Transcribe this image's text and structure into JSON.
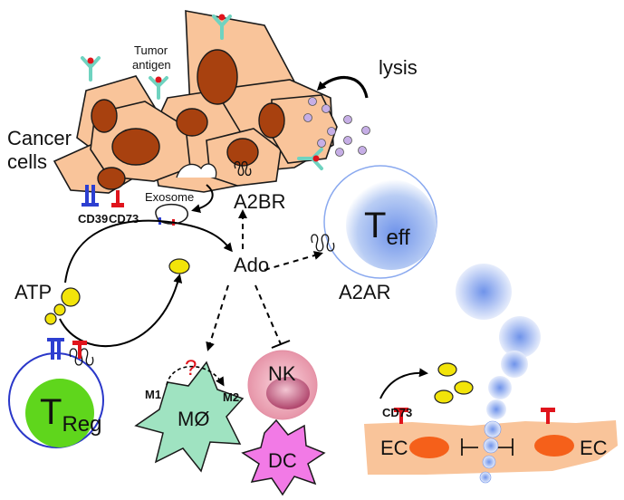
{
  "labels": {
    "cancer_cells_line1": "Cancer",
    "cancer_cells_line2": "cells",
    "tumor_antigen_line1": "Tumor",
    "tumor_antigen_line2": "antigen",
    "lysis": "lysis",
    "cd39": "CD39",
    "cd73": "CD73",
    "exosome": "Exosome",
    "a2br": "A2BR",
    "ado": "Ado",
    "atp": "ATP",
    "t_eff_main": "T",
    "t_eff_sub": "eff",
    "a2ar": "A2AR",
    "t_reg_main": "T",
    "t_reg_sub": "Reg",
    "macrophage": "MØ",
    "m1": "M1",
    "m2": "M2",
    "question": "?",
    "nk": "NK",
    "dc": "DC",
    "cd73_endothelium": "CD73",
    "ec_left": "EC",
    "ec_right": "EC"
  },
  "colors": {
    "cancer_cell": "#f9c49a",
    "nucleus": "#a8410f",
    "antigen_receptor": "#6fd3c0",
    "antigen_dot": "#e0141c",
    "cd39": "#2d3fd1",
    "cd73": "#e0141c",
    "adenosine": "#f2e40a",
    "lysis_particle": "#c6aee6",
    "t_eff": "#8aa9ef",
    "t_reg_nucleus": "#5fd61c",
    "t_reg_ring": "#2a37c9",
    "macrophage": "#9fe3c1",
    "nk_outer": "#f4a7b8",
    "nk_inner": "#c9577a",
    "dc": "#f27ae6",
    "endothelium": "#f9c49a",
    "ec_nucleus": "#f5601a",
    "question_mark": "#e0141c"
  }
}
